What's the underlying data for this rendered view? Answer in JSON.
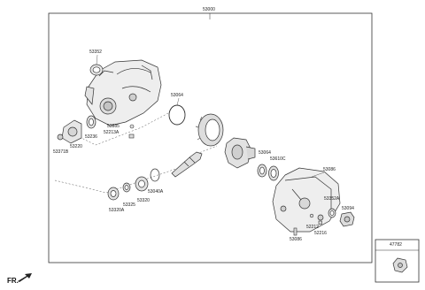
{
  "diagram": {
    "assembly_number": "53000",
    "direction_marker": "FR.",
    "callouts": {
      "c53352_top": "53352",
      "c53064_top": "53064",
      "c53885": "53885",
      "c52213A": "52213A",
      "c53236": "53236",
      "c53220": "53220",
      "c53371B": "53371B",
      "c53064_mid": "53064",
      "c53610C": "53610C",
      "c53086": "53086",
      "c53352A": "53352A",
      "c53094": "53094",
      "c52212": "52212",
      "c52216": "52216",
      "c53086_bottom": "53086",
      "c53040A": "53040A",
      "c53320": "53320",
      "c53325": "53325",
      "c53320A": "53320A"
    },
    "separate_part": {
      "number": "47782"
    }
  }
}
